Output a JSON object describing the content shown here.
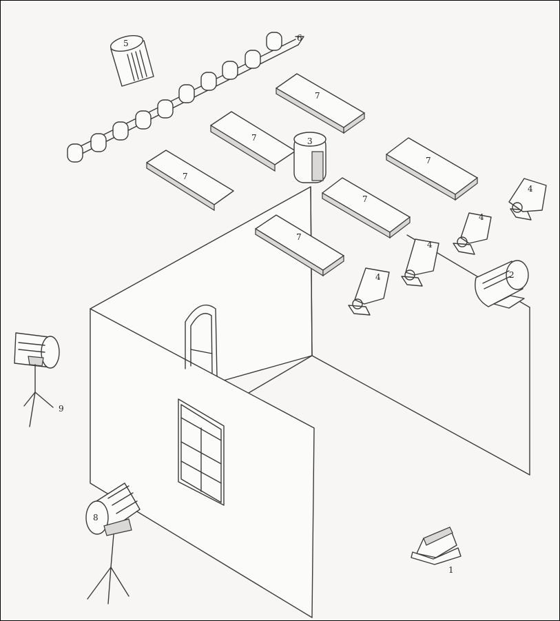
{
  "labels": {
    "scanner_1": "1",
    "projector_2": "2",
    "fan_3": "3",
    "moving_head_a": "4",
    "moving_head_b": "4",
    "moving_head_c": "4",
    "moving_head_d": "4",
    "unit_5": "5",
    "truss_6": "6",
    "panel_a": "7",
    "panel_b": "7",
    "panel_c": "7",
    "panel_d": "7",
    "panel_e": "7",
    "panel_f": "7",
    "stand_light_8": "8",
    "stand_light_9": "9"
  }
}
